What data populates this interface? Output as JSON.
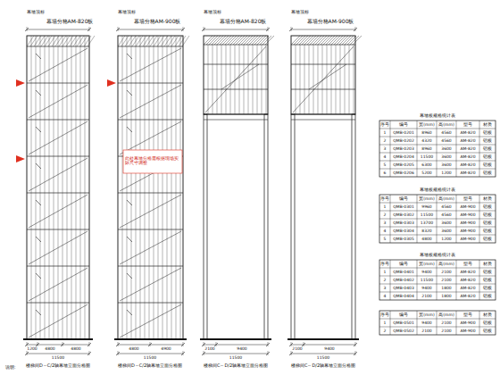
{
  "diagram": {
    "labels": [
      "幕墙分格AM-820板",
      "幕墙分格AM-900板",
      "幕墙分格AM-820板",
      "幕墙分格AM-900板",
      "幕墙顶标",
      "幕墙顶标",
      "幕墙顶标",
      "幕墙顶标",
      "1200",
      "4800",
      "4800",
      "11500",
      "4800",
      "4900",
      "11500",
      "2100",
      "9400",
      "11500",
      "2100",
      "9400",
      "11500",
      "楼梯间D～C/2轴幕墙立面分格图",
      "楼梯间D～C/2轴幕墙立面分格图",
      "楼梯间C～D/2轴幕墙立面分格图",
      "楼梯间C～D/2轴幕墙立面分格图",
      "此处幕墙分格需根据现场实际尺寸调整",
      "说明:",
      "幕墙板规格统计表",
      "序号",
      "编号",
      "宽(mm)",
      "高(mm)",
      "型号",
      "材质",
      "1",
      "QMB-0201",
      "8960",
      "4560",
      "AM-820",
      "铝板",
      "2",
      "QMB-0202",
      "4320",
      "4560",
      "AM-820",
      "铝板",
      "3",
      "QMB-0203",
      "8960",
      "3600",
      "AM-820",
      "铝板",
      "4",
      "QMB-0204",
      "11500",
      "3600",
      "AM-820",
      "铝板",
      "5",
      "QMB-0205",
      "6300",
      "3600",
      "AM-820",
      "铝板",
      "6",
      "QMB-0206",
      "5200",
      "1200",
      "AM-820",
      "铝板",
      "幕墙板规格统计表",
      "序号",
      "编号",
      "宽(mm)",
      "高(mm)",
      "型号",
      "材质",
      "1",
      "QMB-0301",
      "9960",
      "4560",
      "AM-900",
      "铝板",
      "2",
      "QMB-0302",
      "11500",
      "4560",
      "AM-900",
      "铝板",
      "3",
      "QMB-0303",
      "13700",
      "3600",
      "AM-900",
      "铝板",
      "4",
      "QMB-0304",
      "8320",
      "3600",
      "AM-900",
      "铝板",
      "5",
      "QMB-0305",
      "4800",
      "1200",
      "AM-900",
      "铝板",
      "幕墙板规格统计表",
      "序号",
      "编号",
      "宽(mm)",
      "高(mm)",
      "型号",
      "材质",
      "1",
      "QMB-0401",
      "9400",
      "2100",
      "AM-820",
      "铝板",
      "2",
      "QMB-0402",
      "11500",
      "2100",
      "AM-820",
      "铝板",
      "3",
      "QMB-0403",
      "9400",
      "1800",
      "AM-820",
      "铝板",
      "4",
      "QMB-0404",
      "2100",
      "1800",
      "AM-820",
      "铝板",
      "序号",
      "编号",
      "宽(mm)",
      "高(mm)",
      "型号",
      "材质",
      "1",
      "QMB-0501",
      "9400",
      "2100",
      "AM-900",
      "铝板",
      "2",
      "QMB-0502",
      "2100",
      "2100",
      "AM-900",
      "铝板"
    ]
  }
}
